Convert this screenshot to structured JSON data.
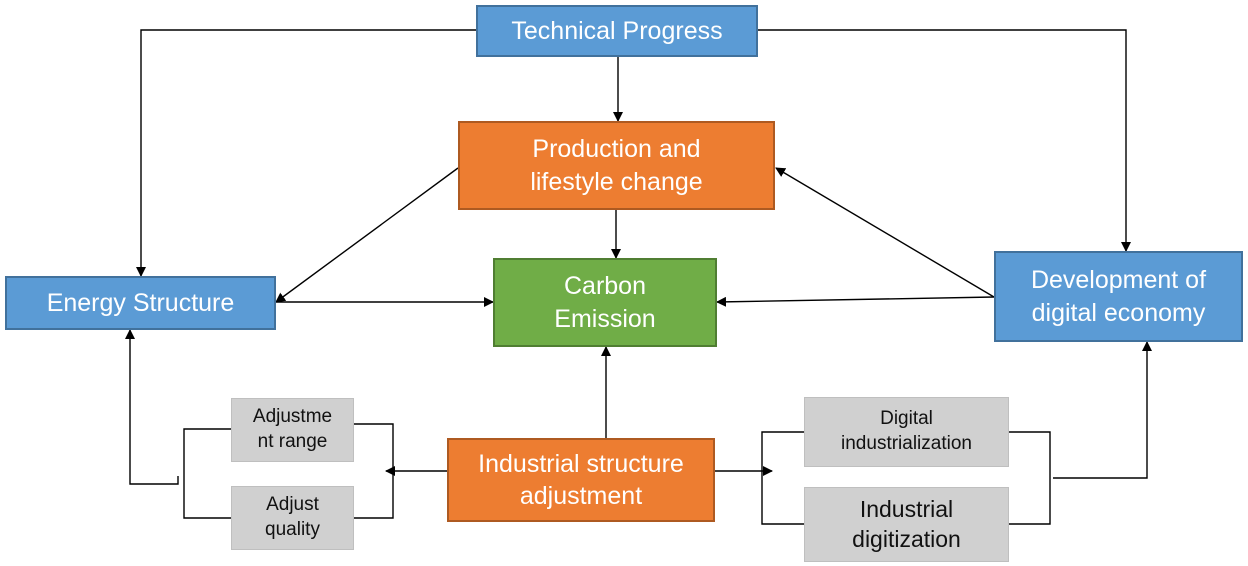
{
  "nodes": {
    "technical_progress": "Technical Progress",
    "production_lifestyle": "Production and\nlifestyle change",
    "energy_structure": "Energy Structure",
    "carbon_emission": "Carbon\nEmission",
    "digital_economy": "Development of\ndigital economy",
    "industrial_adjustment": "Industrial structure\nadjustment",
    "adjustment_range": "Adjustme\nnt range",
    "adjust_quality": "Adjust\nquality",
    "digital_industrialization": "Digital\nindustrialization",
    "industrial_digitization": "Industrial\ndigitization"
  },
  "colors": {
    "blue": "#5b9bd5",
    "orange": "#ed7d31",
    "green": "#70ad47",
    "grey": "#d0d0d0"
  }
}
